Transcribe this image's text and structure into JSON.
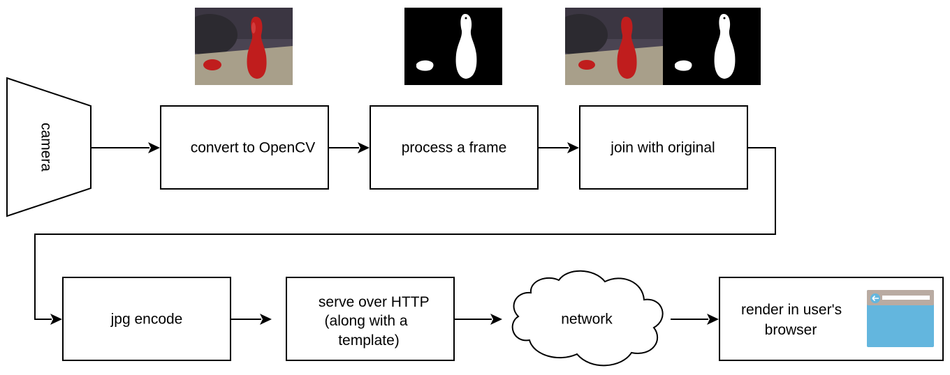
{
  "nodes": {
    "camera": {
      "label": "camera"
    },
    "convert": {
      "label": "convert to OpenCV"
    },
    "process": {
      "label": "process a frame"
    },
    "join": {
      "label": "join with original"
    },
    "jpg": {
      "label": "jpg encode"
    },
    "serve": {
      "lines": [
        "serve over HTTP",
        "(along with a",
        "template)"
      ]
    },
    "network": {
      "label": "network"
    },
    "render": {
      "lines": [
        "render in user's",
        "browser"
      ]
    }
  },
  "thumbnails": [
    {
      "name": "original-frame-thumbnail",
      "content": "photo of a red bowling pin and a red object on a table"
    },
    {
      "name": "mask-thumbnail",
      "content": "binary mask: white silhouettes on black"
    },
    {
      "name": "joined-thumbnail",
      "content": "original frame side by side with mask"
    },
    {
      "name": "browser-window-icon",
      "content": "browser window with back arrow and address bar"
    }
  ],
  "colors": {
    "stroke": "#000000",
    "background": "#ffffff",
    "browser_body": "#63b6de",
    "browser_titlebar": "#b9aba2",
    "pin_red": "#c01d1d",
    "table": "#a89f8a"
  }
}
